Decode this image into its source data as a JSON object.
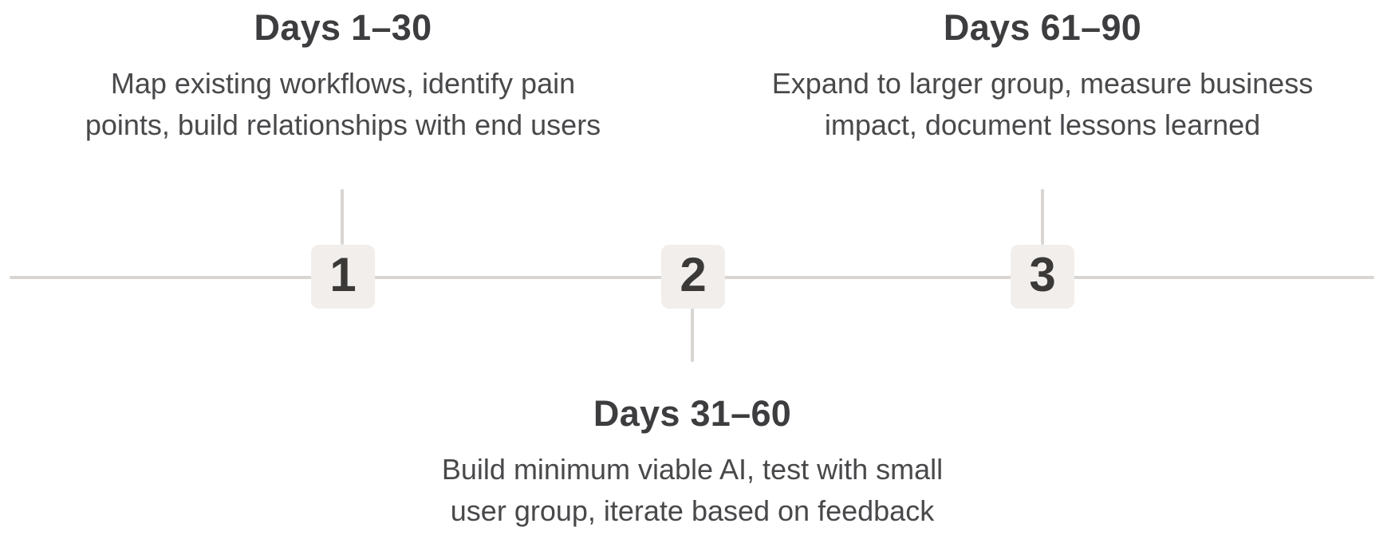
{
  "diagram": {
    "type": "timeline",
    "colors": {
      "axis": "#d8d5d2",
      "node_bg": "#f1eeeb",
      "node_number": "#3a3938",
      "title_text": "#3d3c3f",
      "body_text": "#49484b",
      "background": "#ffffff"
    },
    "phases": [
      {
        "number": "1",
        "title": "Days 1–30",
        "desc_lines": [
          "Map existing workflows, identify pain",
          "points, build relationships with end users"
        ],
        "label_position": "above"
      },
      {
        "number": "2",
        "title": "Days 31–60",
        "desc_lines": [
          "Build minimum viable AI, test with small",
          "user group, iterate based on feedback"
        ],
        "label_position": "below"
      },
      {
        "number": "3",
        "title": "Days 61–90",
        "desc_lines": [
          "Expand to larger group, measure business",
          "impact, document lessons learned"
        ],
        "label_position": "above"
      }
    ]
  }
}
